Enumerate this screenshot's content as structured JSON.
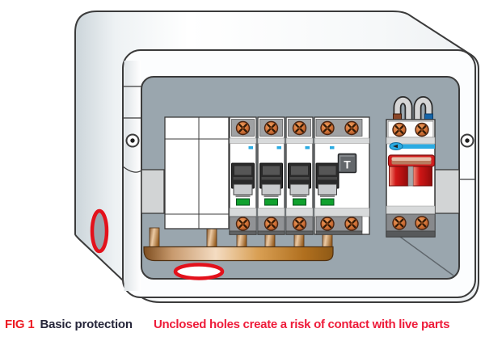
{
  "figure": {
    "label": "FIG 1",
    "title": "Basic protection",
    "warning": "Unclosed holes create a risk of contact with live parts"
  },
  "unit": {
    "test_button_label": "T",
    "blank_modules": 2,
    "mcb_modules": 3,
    "rcd_modules": 1,
    "main_switch_modules": 1,
    "busbar_teeth": 6,
    "incoming_cable_colors": [
      "brown",
      "blue"
    ],
    "highlighted_holes": 2
  },
  "colors": {
    "figure_label_red": "#ed1c24",
    "figure_title_dark": "#26263a",
    "warning_red": "#ee1c3a",
    "panel_gray": "#9aa6ae",
    "indicator_green": "#10a12e",
    "switch_red": "#d01616",
    "neutral_blue": "#2aabe2",
    "highlight_ring_red": "#e3111b",
    "toggle_dark": "#2a2a2a",
    "copper": "#c89a6e"
  }
}
